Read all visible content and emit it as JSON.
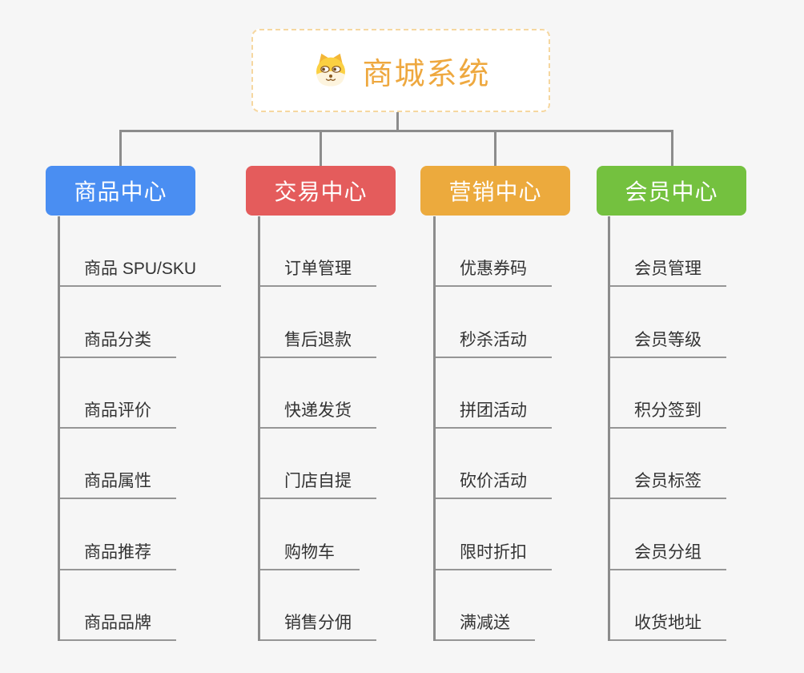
{
  "root": {
    "title": "商城系统",
    "icon": "dog-face-icon"
  },
  "branches": [
    {
      "label": "商品中心",
      "color": "#4a8ef2",
      "items": [
        "商品 SPU/SKU",
        "商品分类",
        "商品评价",
        "商品属性",
        "商品推荐",
        "商品品牌"
      ]
    },
    {
      "label": "交易中心",
      "color": "#e45c5c",
      "items": [
        "订单管理",
        "售后退款",
        "快递发货",
        "门店自提",
        "购物车",
        "销售分佣"
      ]
    },
    {
      "label": "营销中心",
      "color": "#ecaa3d",
      "items": [
        "优惠券码",
        "秒杀活动",
        "拼团活动",
        "砍价活动",
        "限时折扣",
        "满减送"
      ]
    },
    {
      "label": "会员中心",
      "color": "#74c13f",
      "items": [
        "会员管理",
        "会员等级",
        "积分签到",
        "会员标签",
        "会员分组",
        "收货地址"
      ]
    }
  ],
  "colors": {
    "background": "#f6f6f6",
    "connector": "#8c8c8c",
    "child_underline": "#969696",
    "child_text": "#333333",
    "root_accent": "#eea83f",
    "root_border": "#f6d7a0"
  }
}
